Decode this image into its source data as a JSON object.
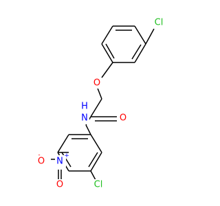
{
  "molecule": {
    "atoms": {
      "cl_top": {
        "text": "Cl",
        "color": "#1fbf1f"
      },
      "o_ether": {
        "text": "O",
        "color": "#ff0000"
      },
      "o_carbonyl": {
        "text": "O",
        "color": "#ff0000"
      },
      "n_amide": {
        "text": "N",
        "color": "#0000ff"
      },
      "h_amide": {
        "text": "H",
        "color": "#0000ff"
      },
      "o_nitro_minus": {
        "text": "O",
        "color": "#ff0000"
      },
      "minus_charge": {
        "text": "-",
        "color": "#ff0000"
      },
      "n_nitro": {
        "text": "N",
        "color": "#0000ff"
      },
      "plus_charge": {
        "text": "+",
        "color": "#0000ff"
      },
      "o_nitro_double": {
        "text": "O",
        "color": "#ff0000"
      },
      "cl_bottom": {
        "text": "Cl",
        "color": "#1fbf1f"
      }
    }
  }
}
